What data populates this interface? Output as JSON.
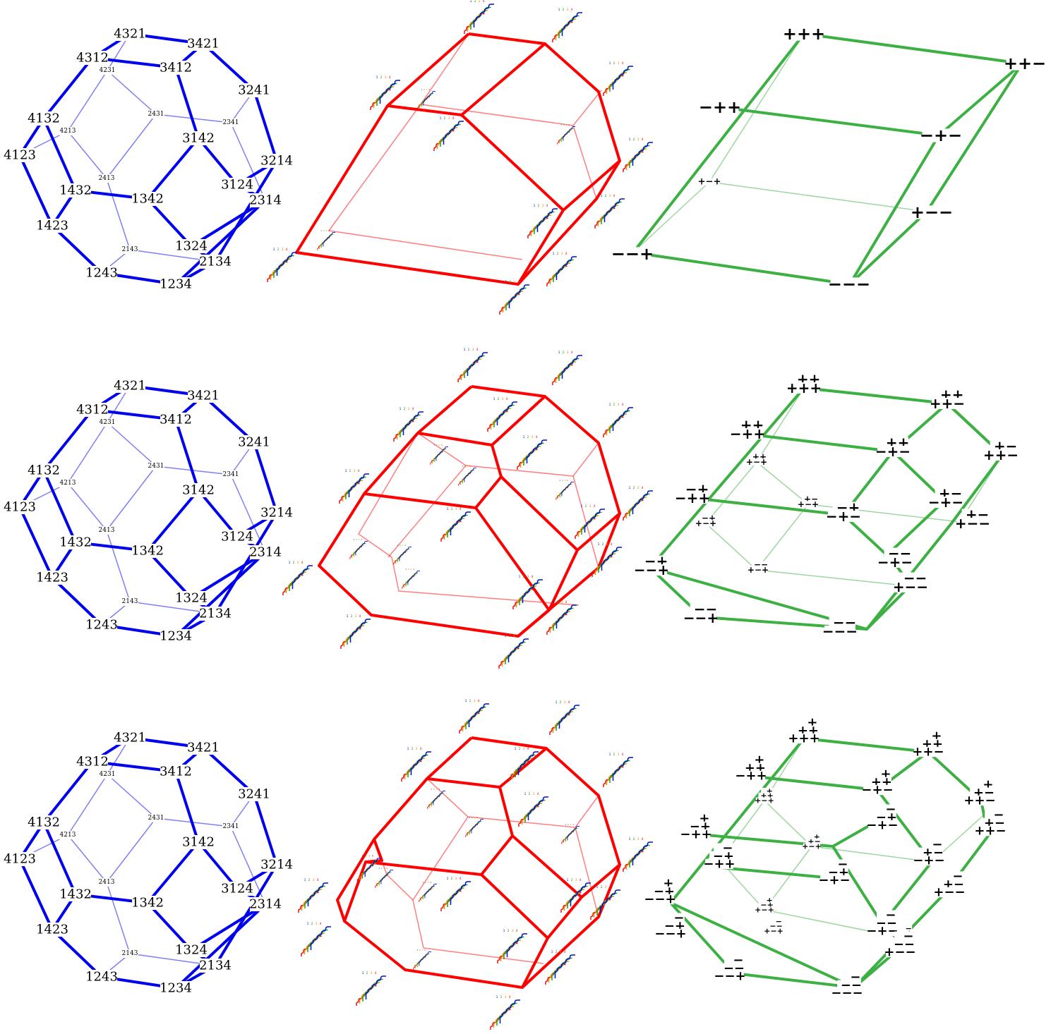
{
  "colors": {
    "permutahedron": "#0000ee",
    "associahedron": "#ff0000",
    "cube": "#3cb043",
    "strand_1": "#e81010",
    "strand_2": "#f08c00",
    "strand_3": "#1aa01a",
    "strand_4": "#0010d0"
  },
  "strand_labels": [
    "1",
    "2",
    "3",
    "4"
  ],
  "permutahedron": {
    "front_vertices": [
      "4321",
      "3421",
      "4312",
      "3412",
      "3241",
      "4132",
      "4123",
      "3142",
      "3214",
      "3124",
      "1432",
      "1342",
      "2314",
      "1423",
      "1324",
      "2134",
      "1243",
      "1234"
    ],
    "back_vertices": [
      "4231",
      "2431",
      "2341",
      "4213",
      "2413",
      "2143"
    ]
  },
  "cube_rows": [
    {
      "front": [
        {
          "top": "",
          "bottom": "+++"
        },
        {
          "top": "",
          "bottom": "++−"
        },
        {
          "top": "",
          "bottom": "−++"
        },
        {
          "top": "",
          "bottom": "−+−"
        },
        {
          "top": "",
          "bottom": "+−−"
        },
        {
          "top": "",
          "bottom": "−−+"
        },
        {
          "top": "",
          "bottom": "−−−"
        }
      ],
      "back": [
        {
          "top": "",
          "bottom": "+−+"
        }
      ]
    },
    {
      "front": [
        {
          "top": "++",
          "bottom": "+++"
        },
        {
          "top": "++",
          "bottom": "++−"
        },
        {
          "top": "++",
          "bottom": "−++"
        },
        {
          "top": "+−",
          "bottom": "++−"
        },
        {
          "top": "++",
          "bottom": "−+−"
        },
        {
          "top": "−+",
          "bottom": "−++"
        },
        {
          "top": "+−",
          "bottom": "−+−"
        },
        {
          "top": "−+",
          "bottom": "−+−"
        },
        {
          "top": "+−",
          "bottom": "+−−"
        },
        {
          "top": "−+",
          "bottom": "−−+"
        },
        {
          "top": "−−",
          "bottom": "−+−"
        },
        {
          "top": "−−",
          "bottom": "+−−"
        },
        {
          "top": "−−",
          "bottom": "−−+"
        },
        {
          "top": "−−",
          "bottom": "−−−"
        }
      ],
      "back": [
        {
          "top": "++",
          "bottom": "+−+"
        },
        {
          "top": "+−",
          "bottom": "+−+"
        },
        {
          "top": "−+",
          "bottom": "+−+"
        },
        {
          "top": "−−",
          "bottom": "+−+"
        }
      ]
    },
    {
      "front": [
        {
          "top": "+",
          "mid": "++",
          "bottom": "+++"
        },
        {
          "top": "+",
          "mid": "++",
          "bottom": "++−"
        },
        {
          "top": "+",
          "mid": "++",
          "bottom": "−++"
        },
        {
          "top": "+",
          "mid": "+−",
          "bottom": "++−"
        },
        {
          "top": "+",
          "mid": "++",
          "bottom": "−+−"
        },
        {
          "top": "−",
          "mid": "+−",
          "bottom": "++−"
        },
        {
          "top": "+",
          "mid": "−+",
          "bottom": "−++"
        },
        {
          "top": "−",
          "mid": "−+",
          "bottom": "−+−"
        },
        {
          "top": "−",
          "mid": "+−",
          "bottom": "−+−"
        },
        {
          "top": "−",
          "mid": "−+",
          "bottom": "−++"
        },
        {
          "top": "−",
          "mid": "+−",
          "bottom": "+−−"
        },
        {
          "top": "−",
          "mid": "−+",
          "bottom": "−+−"
        },
        {
          "top": "+",
          "mid": "−+",
          "bottom": "−−+"
        },
        {
          "top": "−",
          "mid": "−−",
          "bottom": "−+−"
        },
        {
          "top": "−",
          "mid": "−+",
          "bottom": "−−+"
        },
        {
          "top": "−",
          "mid": "−−",
          "bottom": "+−−"
        },
        {
          "top": "−",
          "mid": "−−",
          "bottom": "−−+"
        },
        {
          "top": "−",
          "mid": "−−",
          "bottom": "−−−"
        }
      ],
      "back": [
        {
          "top": "+",
          "mid": "++",
          "bottom": "+−+"
        },
        {
          "top": "+",
          "mid": "+−",
          "bottom": "+−+"
        },
        {
          "top": "+",
          "mid": "−+",
          "bottom": "+−+"
        },
        {
          "top": "−",
          "mid": "−+",
          "bottom": "+−+"
        },
        {
          "top": "−",
          "mid": "−−",
          "bottom": "+−+"
        },
        {
          "top": "−",
          "mid": "+−",
          "bottom": "+−+"
        }
      ]
    }
  ]
}
